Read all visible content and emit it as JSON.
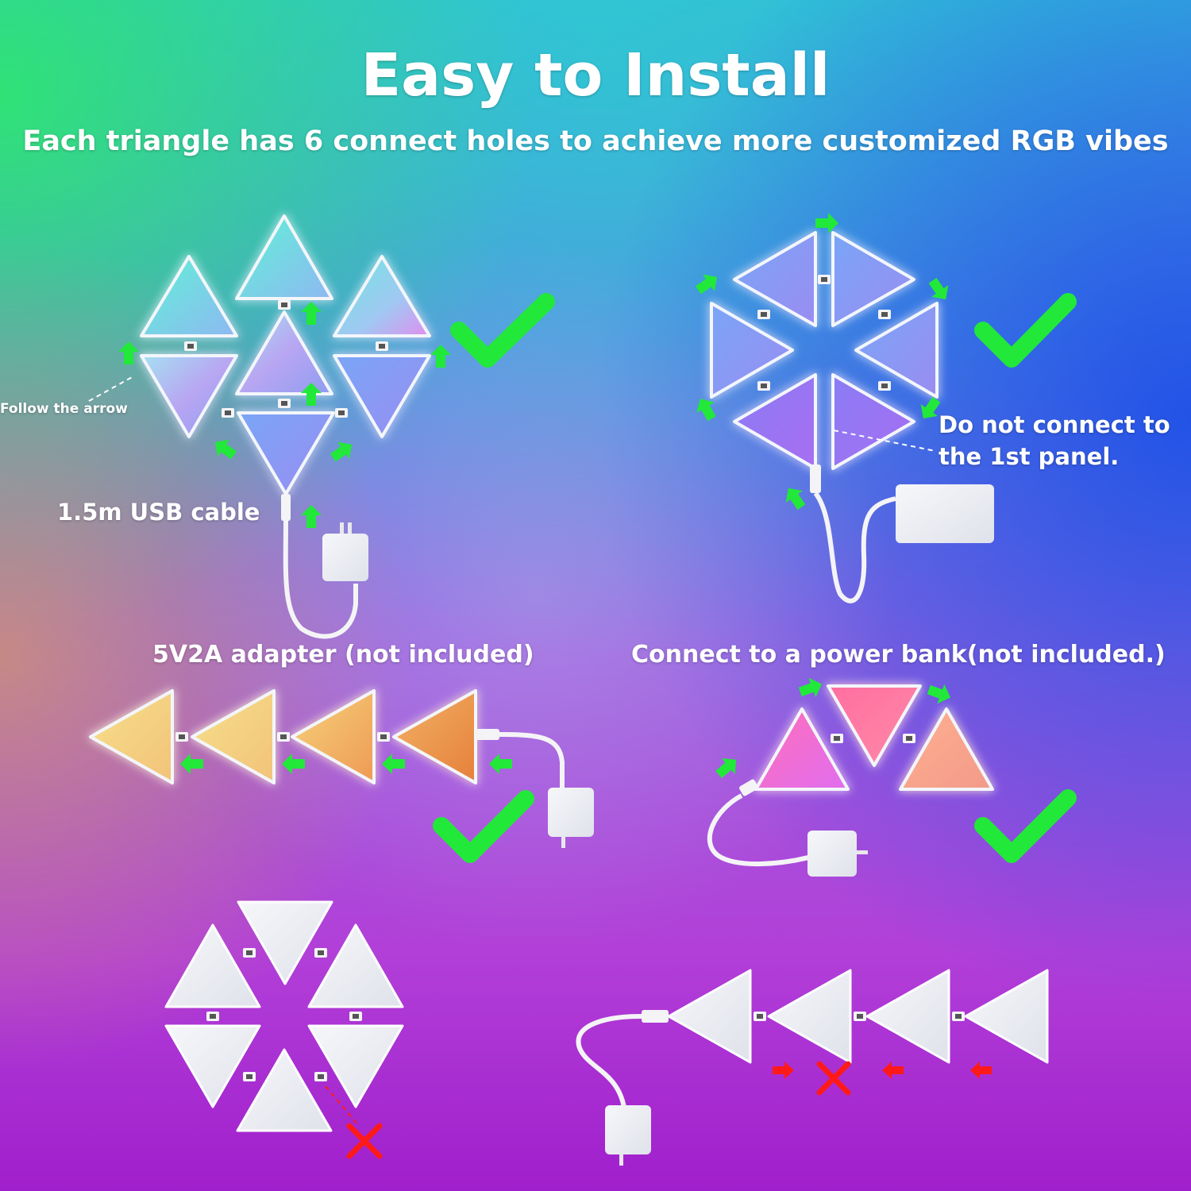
{
  "title": "Easy to Install",
  "subtitle": "Each triangle has 6 connect holes to achieve more customized RGB vibes",
  "labels": {
    "follow_arrow": "Follow the arrow",
    "usb_cable": "1.5m USB cable",
    "adapter": "5V2A adapter (not included)",
    "power_bank": "Connect to a power bank(not included.)",
    "no_connect_line1": "Do not connect to",
    "no_connect_line2": "the 1st panel."
  },
  "colors": {
    "correct_mark": "#22e83a",
    "wrong_mark": "#ff1a1a",
    "panel_white": "#eef0f4"
  },
  "examples": [
    {
      "name": "cluster-layout",
      "status": "correct",
      "icon": "check-icon"
    },
    {
      "name": "hexagon-layout",
      "status": "correct",
      "icon": "check-icon"
    },
    {
      "name": "row-layout",
      "status": "correct",
      "icon": "check-icon"
    },
    {
      "name": "three-panel-layout",
      "status": "correct",
      "icon": "check-icon"
    },
    {
      "name": "hexagon-wrong",
      "status": "wrong",
      "icon": "cross-icon"
    },
    {
      "name": "row-wrong",
      "status": "wrong",
      "icon": "cross-icon"
    }
  ]
}
